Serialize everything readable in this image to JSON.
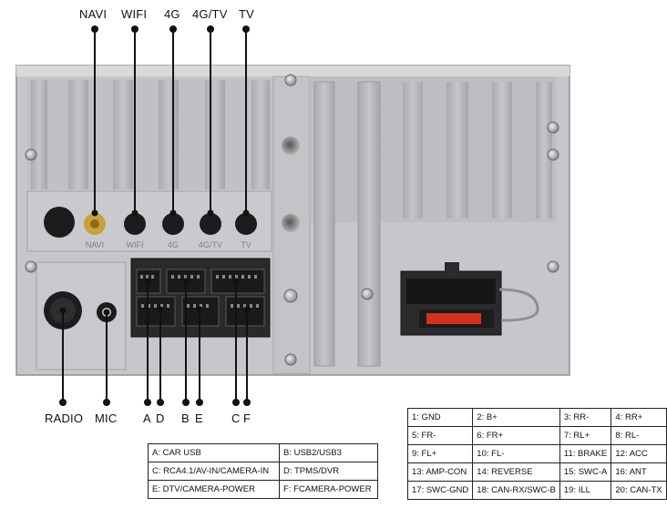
{
  "top_labels": [
    "NAVI",
    "WIFI",
    "4G",
    "4G/TV",
    "TV"
  ],
  "port_labels": [
    "NAVI",
    "WIFI",
    "4G",
    "4G/TV",
    "TV"
  ],
  "bottom_labels": {
    "radio": "RADIO",
    "mic": "MIC",
    "connectors": [
      "A",
      "D",
      "B",
      "E",
      "C",
      "F"
    ]
  },
  "connector_table": [
    [
      "A: CAR USB",
      "B: USB2/USB3"
    ],
    [
      "C: RCA4.1/AV-IN/CAMERA-IN",
      "D: TPMS/DVR"
    ],
    [
      "E: DTV/CAMERA-POWER",
      "F: FCAMERA-POWER"
    ]
  ],
  "pin_table": [
    [
      "1: GND",
      "2: B+",
      "3: RR-",
      "4: RR+"
    ],
    [
      "5: FR-",
      "6: FR+",
      "7: RL+",
      "8: RL-"
    ],
    [
      "9: FL+",
      "10: FL-",
      "11: BRAKE",
      "12: ACC"
    ],
    [
      "13: AMP-CON",
      "14: REVERSE",
      "15: SWC-A",
      "16: ANT"
    ],
    [
      "17: SWC-GND",
      "18: CAN-RX/SWC-B",
      "19: ILL",
      "20: CAN-TX"
    ]
  ],
  "colors": {
    "panel": "#c9cacc",
    "panel_dark": "#9c9ea1",
    "rib": "#b6b8bb",
    "socket": "#1c1c1e",
    "antenna_gold": "#c9a13a",
    "fuse": "#d2311e"
  }
}
